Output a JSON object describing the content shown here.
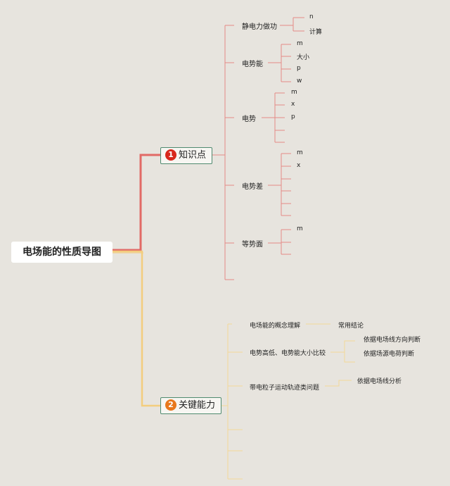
{
  "root": {
    "title": "电场能的性质导图"
  },
  "branch1": {
    "number": "1",
    "label": "知识点",
    "topics": [
      {
        "label": "静电力做功",
        "leaves": [
          "n",
          "计算"
        ]
      },
      {
        "label": "电势能",
        "leaves": [
          "m",
          "大小",
          "p",
          "w"
        ]
      },
      {
        "label": "电势",
        "leaves": [
          "m",
          "x",
          "p"
        ]
      },
      {
        "label": "电势差",
        "leaves": [
          "m",
          "x"
        ]
      },
      {
        "label": "等势面",
        "leaves": [
          "m"
        ]
      }
    ]
  },
  "branch2": {
    "number": "2",
    "label": "关键能力",
    "topics": [
      {
        "label": "电场能的概念理解",
        "leaves": [
          "常用结论"
        ]
      },
      {
        "label": "电势高低、电势能大小比较",
        "leaves": [
          "依据电场线方向判断",
          "依据场源电荷判断"
        ]
      },
      {
        "label": "带电粒子运动轨迹类问题",
        "leaves": [
          "依据电场线分析"
        ]
      }
    ]
  },
  "colors": {
    "background": "#e7e4de",
    "branch1_line": "#e26a66",
    "branch2_line": "#f3cd7e",
    "node_border": "#4f8a6f",
    "badge1": "#d8281c",
    "badge2": "#e8781c"
  }
}
